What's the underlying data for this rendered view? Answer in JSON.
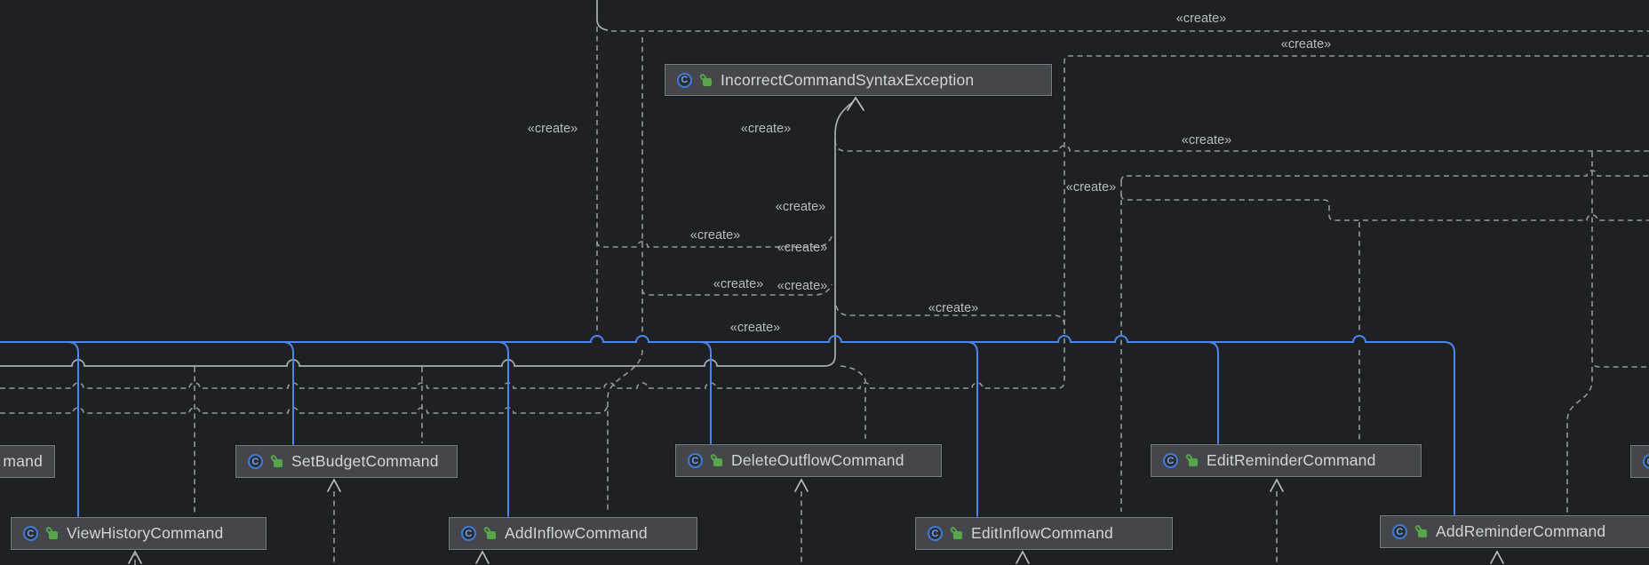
{
  "diagram": {
    "type": "uml-class-diagram",
    "theme": "dark",
    "colors": {
      "background": "#1f2023",
      "node_background": "#44464b",
      "node_border": "#7a7d83",
      "node_text": "#d2d4da",
      "inheritance_edge_blue": "#4c86ec",
      "dependency_edge_gray": "#989ca3",
      "class_icon_blue": "#3f7bdb",
      "lock_icon_green": "#57a64a",
      "stereotype_text": "#b9bbc1"
    },
    "icons": {
      "class_icon_glyph": "C"
    },
    "nodes": {
      "exception": {
        "label": "IncorrectCommandSyntaxException"
      },
      "mand_partial": {
        "label": "mand"
      },
      "set_budget": {
        "label": "SetBudgetCommand"
      },
      "delete_outflow": {
        "label": "DeleteOutflowCommand"
      },
      "edit_reminder": {
        "label": "EditReminderCommand"
      },
      "row1_right_partial": {
        "label": ""
      },
      "view_history": {
        "label": "ViewHistoryCommand"
      },
      "add_inflow": {
        "label": "AddInflowCommand"
      },
      "edit_inflow": {
        "label": "EditInflowCommand"
      },
      "add_reminder": {
        "label": "AddReminderCommand"
      }
    },
    "create_labels": [
      {
        "text": "«create»"
      },
      {
        "text": "«create»"
      },
      {
        "text": "«create»"
      },
      {
        "text": "«create»"
      },
      {
        "text": "«create»"
      },
      {
        "text": "«create»"
      },
      {
        "text": "«create»"
      },
      {
        "text": "«create»"
      },
      {
        "text": "«create»"
      },
      {
        "text": "«create»"
      },
      {
        "text": "«create»"
      },
      {
        "text": "«create»"
      },
      {
        "text": "«create»"
      }
    ]
  }
}
